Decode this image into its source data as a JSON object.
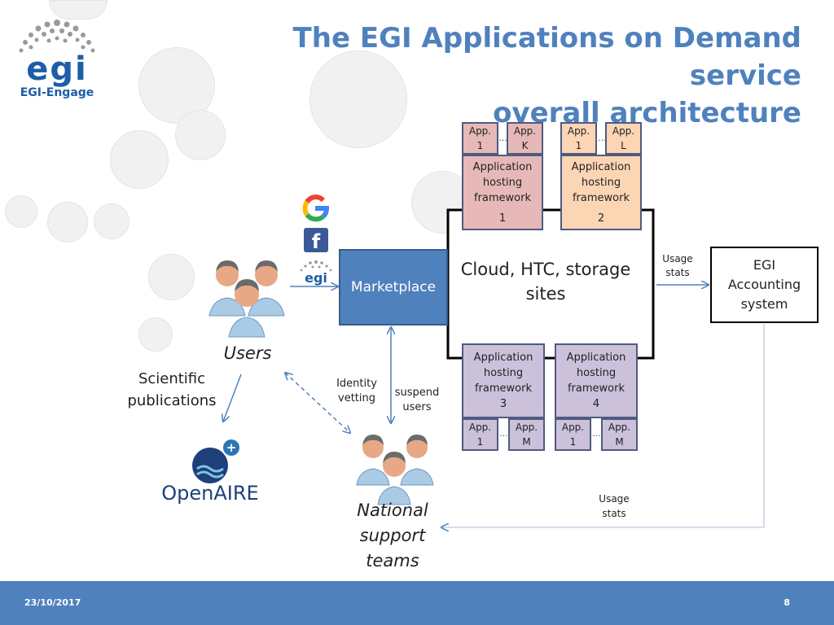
{
  "logo": {
    "text": "egi",
    "subtitle": "EGI-Engage"
  },
  "title": {
    "line1": "The EGI Applications on Demand service",
    "line2": "overall architecture"
  },
  "frameworks": {
    "top": [
      {
        "apps": [
          {
            "line1": "App.",
            "line2": "1"
          },
          {
            "line1": "App.",
            "line2": "K"
          }
        ],
        "label": "Application hosting framework",
        "number": "1"
      },
      {
        "apps": [
          {
            "line1": "App.",
            "line2": "1"
          },
          {
            "line1": "App.",
            "line2": "L"
          }
        ],
        "label": "Application hosting framework",
        "number": "2"
      }
    ],
    "bottom": [
      {
        "apps": [
          {
            "line1": "App.",
            "line2": "1"
          },
          {
            "line1": "App.",
            "line2": "M"
          }
        ],
        "label": "Application hosting framework",
        "number": "3"
      },
      {
        "apps": [
          {
            "line1": "App.",
            "line2": "1"
          },
          {
            "line1": "App.",
            "line2": "M"
          }
        ],
        "label": "Application hosting framework",
        "number": "4"
      }
    ],
    "ellipsis": "…"
  },
  "cloud": {
    "line1": "Cloud, HTC, storage",
    "line2": "sites"
  },
  "marketplace": "Marketplace",
  "accounting": {
    "line1": "EGI",
    "line2": "Accounting",
    "line3": "system"
  },
  "usage_stats_top": {
    "line1": "Usage",
    "line2": "stats"
  },
  "usage_stats_bottom": {
    "line1": "Usage",
    "line2": "stats"
  },
  "users": "Users",
  "scientific_publications": {
    "line1": "Scientific",
    "line2": "publications"
  },
  "identity_vetting": {
    "line1": "Identity",
    "line2": "vetting"
  },
  "suspend_users": {
    "line1": "suspend",
    "line2": "users"
  },
  "national_support": {
    "line1": "National",
    "line2": "support",
    "line3": "teams"
  },
  "openaire": {
    "text": "OpenAIRE",
    "plus": "+"
  },
  "idp_icons": [
    "google-icon",
    "facebook-icon",
    "egi-icon"
  ],
  "egi_small": "egi",
  "footer": {
    "date": "23/10/2017",
    "page": "8"
  },
  "colors": {
    "accent": "#4f81bd",
    "marketplace": "#4f81bd",
    "pink": "#e6b9b8",
    "peach": "#fcd5b5",
    "lavender": "#ccc1da"
  }
}
